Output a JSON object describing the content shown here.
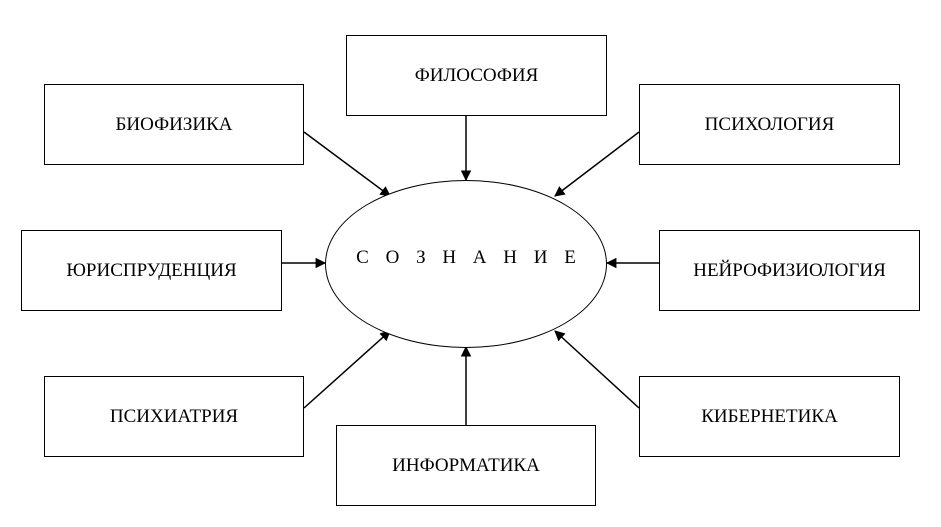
{
  "center": {
    "label": "С О З Н А Н И Е"
  },
  "nodes": {
    "philosophy": "ФИЛОСОФИЯ",
    "biophysics": "БИОФИЗИКА",
    "psychology": "ПСИХОЛОГИЯ",
    "jurisprudence": "ЮРИСПРУДЕНЦИЯ",
    "neurophysiology": "НЕЙРОФИЗИОЛОГИЯ",
    "psychiatry": "ПСИХИАТРИЯ",
    "cybernetics": "КИБЕРНЕТИКА",
    "informatics": "ИНФОРМАТИКА"
  },
  "edges": [
    {
      "from": "nodes.philosophy",
      "to": "center"
    },
    {
      "from": "nodes.biophysics",
      "to": "center"
    },
    {
      "from": "nodes.psychology",
      "to": "center"
    },
    {
      "from": "nodes.jurisprudence",
      "to": "center"
    },
    {
      "from": "nodes.neurophysiology",
      "to": "center"
    },
    {
      "from": "nodes.psychiatry",
      "to": "center"
    },
    {
      "from": "nodes.cybernetics",
      "to": "center"
    },
    {
      "from": "nodes.informatics",
      "to": "center"
    }
  ]
}
